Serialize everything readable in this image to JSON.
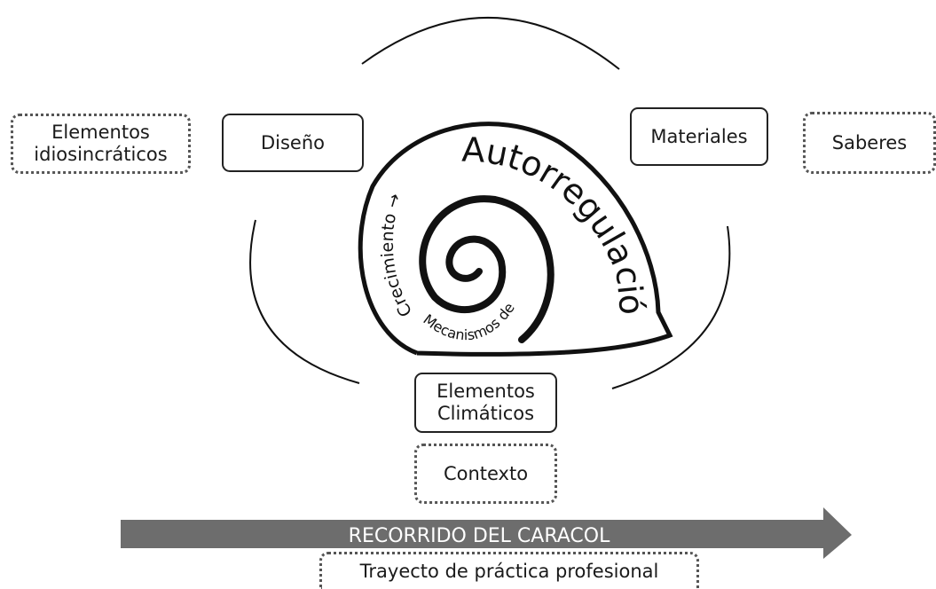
{
  "diagram": {
    "boxes": {
      "elementos_idiosincraticos": [
        "Elementos",
        "idiosincráticos"
      ],
      "diseno": "Diseño",
      "materiales": "Materiales",
      "saberes": "Saberes",
      "elementos_climaticos": [
        "Elementos",
        "Climáticos"
      ],
      "contexto": "Contexto",
      "trayecto": "Trayecto de práctica profesional"
    },
    "snail": {
      "autorregulacion": "Autorregulación",
      "crecimiento": "Crecimiento →",
      "mecanismos": "Mecanismos de"
    },
    "arrow_label": "RECORRIDO DEL CARACOL",
    "colors": {
      "arrow": "#6d6d6d",
      "stroke": "#111111",
      "dotted_border": "#555555"
    }
  }
}
